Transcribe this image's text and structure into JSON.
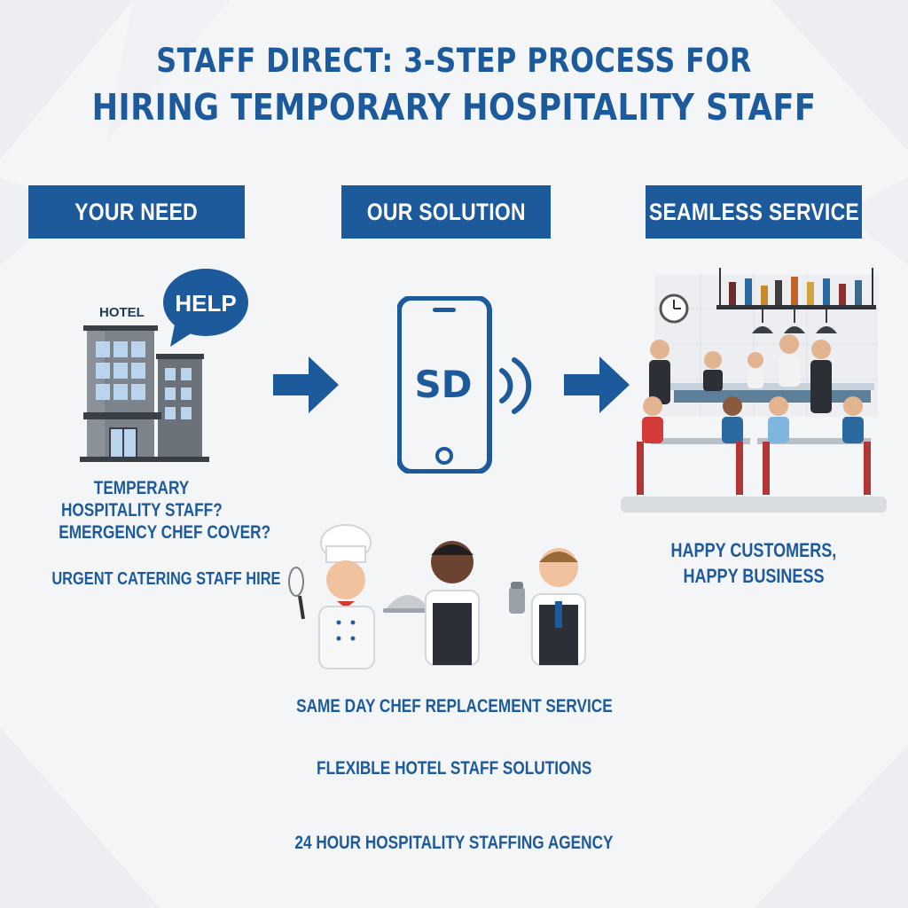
{
  "title": {
    "line1": "STAFF DIRECT: 3-STEP PROCESS FOR",
    "line2": "HIRING TEMPORARY HOSPITALITY STAFF"
  },
  "steps": [
    {
      "label": "YOUR NEED"
    },
    {
      "label": "OUR SOLUTION"
    },
    {
      "label": "SEAMLESS SERVICE"
    }
  ],
  "need": {
    "building_label": "HOTEL",
    "bubble_text": "HELP",
    "caption_line1": "TEMPERARY",
    "caption_line2": "HOSPITALITY STAFF?",
    "caption_line3": "EMERGENCY CHEF COVER?",
    "caption_line4": "URGENT CATERING STAFF HIRE"
  },
  "solution": {
    "phone_logo": "SD"
  },
  "service": {
    "caption_line1": "HAPPY CUSTOMERS,",
    "caption_line2": "HAPPY BUSINESS"
  },
  "footer": {
    "line1": "SAME DAY CHEF REPLACEMENT SERVICE",
    "line2": "FLEXIBLE HOTEL STAFF SOLUTIONS",
    "line3": "24 HOUR HOSPITALITY STAFFING AGENCY"
  },
  "colors": {
    "brand_blue": "#1d5a9c",
    "background": "#f4f5f7"
  }
}
